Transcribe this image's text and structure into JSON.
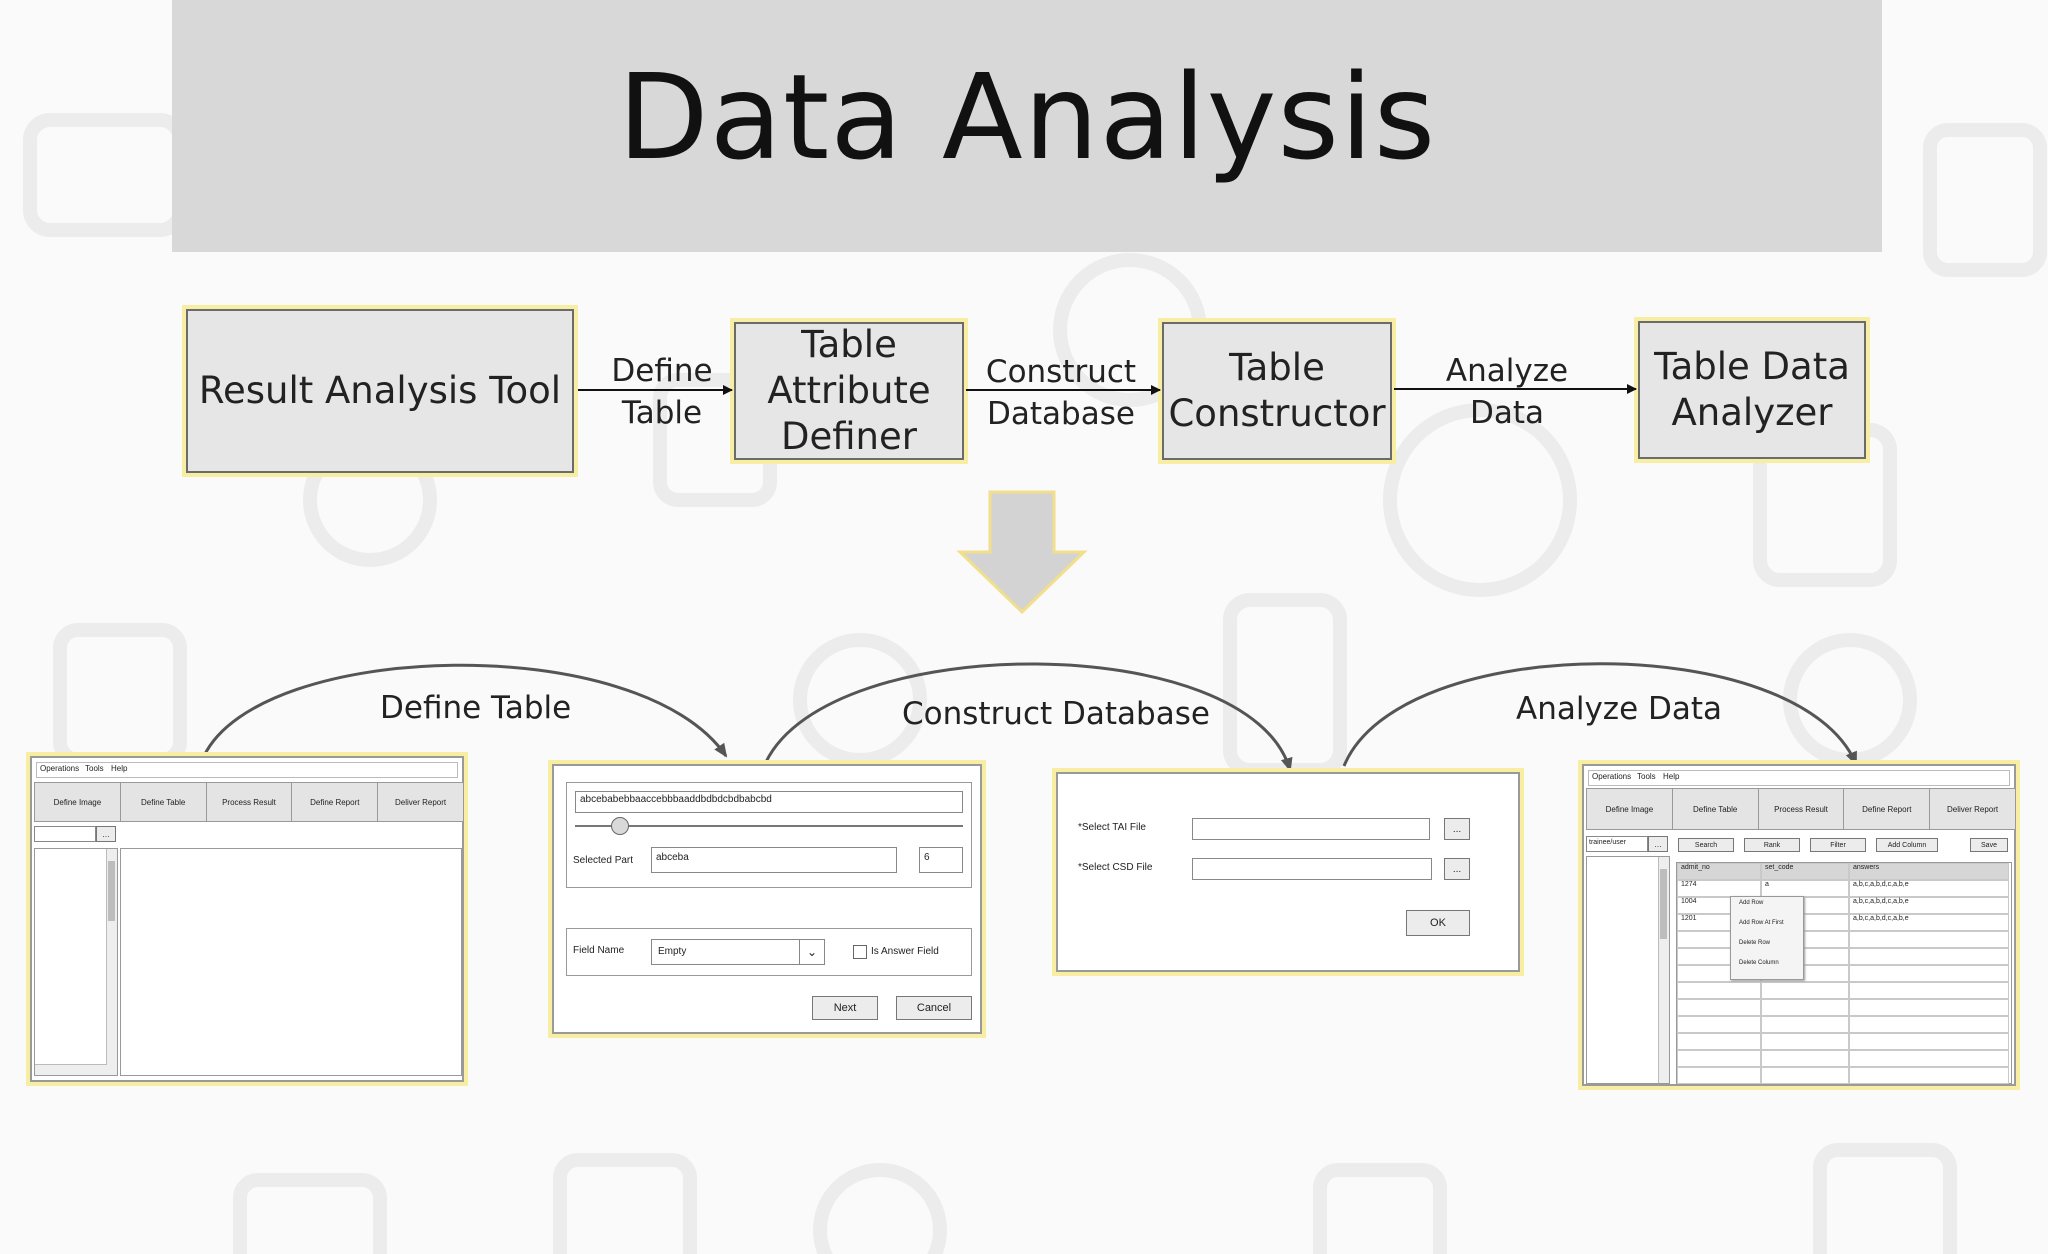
{
  "title": "Data Analysis",
  "flow": {
    "boxes": [
      "Result Analysis Tool",
      "Table Attribute Definer",
      "Table Constructor",
      "Table Data Analyzer"
    ],
    "edges": [
      "Define Table",
      "Construct Database",
      "Analyze Data"
    ]
  },
  "arcs": [
    "Define Table",
    "Construct Database",
    "Analyze Data"
  ],
  "win1": {
    "menu": [
      "Operations",
      "Tools",
      "Help"
    ],
    "tabs": [
      "Define Image",
      "Define Table",
      "Process Result",
      "Define Report",
      "Deliver Report"
    ]
  },
  "win2": {
    "text_value": "abcebabebbaaccebbbaaddbdbdcbdbabcbd",
    "selected_part_label": "Selected Part",
    "selected_part_value": "abceba",
    "number_value": "6",
    "field_name_label": "Field Name",
    "field_name_value": "Empty",
    "answer_checkbox_label": "Is Answer Field",
    "next_label": "Next",
    "cancel_label": "Cancel"
  },
  "win3": {
    "tai_label": "*Select TAI File",
    "csd_label": "*Select CSD File",
    "browse_label": "...",
    "ok_label": "OK"
  },
  "win4": {
    "menu": [
      "Operations",
      "Tools",
      "Help"
    ],
    "tabs": [
      "Define Image",
      "Define Table",
      "Process Result",
      "Define Report",
      "Deliver Report"
    ],
    "left_value": "trainee/user",
    "toolbar": [
      "Search",
      "Rank",
      "Filter",
      "Add Column"
    ],
    "save_label": "Save",
    "columns": [
      "admit_no",
      "set_code",
      "answers"
    ],
    "rows": [
      [
        "1274",
        "a",
        "a,b,c,a,b,d,c,a,b,e"
      ],
      [
        "1004",
        "",
        "a,b,c,a,b,d,c,a,b,e"
      ],
      [
        "1201",
        "",
        "a,b,c,a,b,d,c,a,b,e"
      ]
    ],
    "context_menu": [
      "Add Row",
      "Add Row At First",
      "Delete Row",
      "Delete Column"
    ]
  },
  "colors": {
    "title_band": "#d8d8d8",
    "box_fill": "#e6e6e6",
    "highlight": "#f7eea3",
    "arrow": "#d3d3d3"
  }
}
